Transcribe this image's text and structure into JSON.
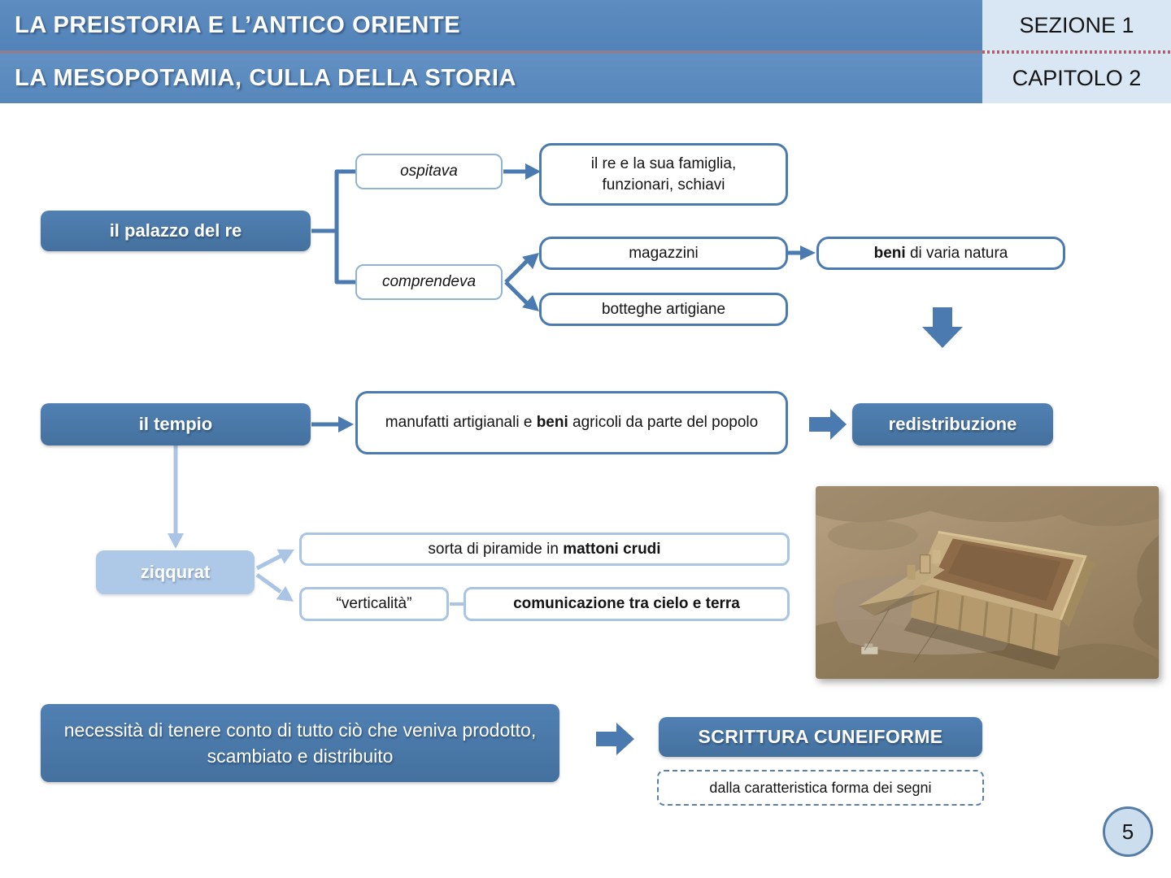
{
  "header": {
    "title_top": "LA PREISTORIA E L’ANTICO ORIENTE",
    "title_bottom": "LA MESOPOTAMIA, CULLA DELLA STORIA",
    "section_label": "SEZIONE 1",
    "chapter_label": "CAPITOLO 2"
  },
  "diagram": {
    "palazzo": {
      "label": "il palazzo del re",
      "ospitava_label": "ospitava",
      "ospitava_target": "il re e la sua famiglia, funzionari, schiavi",
      "comprendeva_label": "comprendeva",
      "magazzini": "magazzini",
      "botteghe": "botteghe artigiane",
      "beni": {
        "bold": "beni",
        "rest": " di varia natura"
      }
    },
    "tempio": {
      "label": "il tempio",
      "manufatti": {
        "pre": "manufatti artigianali e ",
        "bold": "beni",
        "post": " agricoli da parte del popolo"
      },
      "redistribuzione": "redistribuzione"
    },
    "ziqqurat": {
      "label": "ziqqurat",
      "piramide": {
        "pre": "sorta di piramide in ",
        "bold": "mattoni crudi"
      },
      "verticalita": "“verticalità”",
      "comunicazione": "comunicazione tra cielo e terra"
    },
    "scrittura": {
      "necessita": "necessità di tenere conto di tutto ciò che veniva prodotto, scambiato e distribuito",
      "title": "SCRITTURA CUNEIFORME",
      "origine": "dalla caratteristica forma dei segni"
    }
  },
  "page_number": "5",
  "colors": {
    "header_blue": "#5585ba",
    "side_panel_blue": "#d9e6f3",
    "node_dark_blue": "#4a78ab",
    "node_light_blue": "#aec8e8",
    "connector_medium": "#4a7ab0",
    "connector_light": "#a9c4e4",
    "dotted_divider_red": "#b2606c"
  }
}
